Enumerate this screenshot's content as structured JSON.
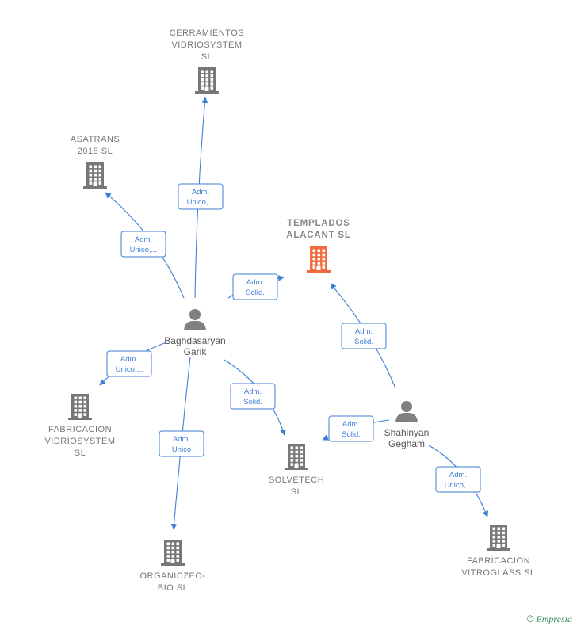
{
  "colors": {
    "edge": "#3d7fd6",
    "company": "#777777",
    "company_highlight": "#f26a3d",
    "person": "#808080"
  },
  "nodes": [
    {
      "id": "cerramientos",
      "kind": "company",
      "icon": "building-icon",
      "label_lines": [
        "CERRAMIENTOS",
        "VIDRIOSYSTEM",
        "SL"
      ]
    },
    {
      "id": "asatrans",
      "kind": "company",
      "icon": "building-icon",
      "label_lines": [
        "ASATRANS",
        "2018  SL"
      ]
    },
    {
      "id": "templados",
      "kind": "company",
      "icon": "building-icon",
      "highlight": true,
      "label_lines": [
        "TEMPLADOS",
        "ALACANT  SL"
      ]
    },
    {
      "id": "baghdasaryan",
      "kind": "person",
      "icon": "person-icon",
      "label_lines": [
        "Baghdasaryan",
        "Garik"
      ]
    },
    {
      "id": "fabricacion_vidriosystem",
      "kind": "company",
      "icon": "building-icon",
      "label_lines": [
        "FABRICACION",
        "VIDRIOSYSTEM",
        "SL"
      ]
    },
    {
      "id": "shahinyan",
      "kind": "person",
      "icon": "person-icon",
      "label_lines": [
        "Shahinyan",
        "Gegham"
      ]
    },
    {
      "id": "solvetech",
      "kind": "company",
      "icon": "building-icon",
      "label_lines": [
        "SOLVETECH",
        "SL"
      ]
    },
    {
      "id": "organiczeo",
      "kind": "company",
      "icon": "building-icon",
      "label_lines": [
        "ORGANICZEO-",
        "BIO  SL"
      ]
    },
    {
      "id": "fabricacion_vitroglass",
      "kind": "company",
      "icon": "building-icon",
      "label_lines": [
        "FABRICACION",
        "VITROGLASS SL"
      ]
    }
  ],
  "edges": [
    {
      "id": "e1",
      "from": "baghdasaryan",
      "to": "cerramientos",
      "label_lines": [
        "Adm.",
        "Unico,..."
      ]
    },
    {
      "id": "e2",
      "from": "baghdasaryan",
      "to": "asatrans",
      "label_lines": [
        "Adm.",
        "Unico,..."
      ]
    },
    {
      "id": "e3",
      "from": "baghdasaryan",
      "to": "templados",
      "label_lines": [
        "Adm.",
        "Solid."
      ]
    },
    {
      "id": "e4",
      "from": "baghdasaryan",
      "to": "fabricacion_vidriosystem",
      "label_lines": [
        "Adm.",
        "Unico,..."
      ]
    },
    {
      "id": "e5",
      "from": "baghdasaryan",
      "to": "solvetech",
      "label_lines": [
        "Adm.",
        "Solid."
      ]
    },
    {
      "id": "e6",
      "from": "baghdasaryan",
      "to": "organiczeo",
      "label_lines": [
        "Adm.",
        "Unico"
      ]
    },
    {
      "id": "e7",
      "from": "shahinyan",
      "to": "templados",
      "label_lines": [
        "Adm.",
        "Solid."
      ]
    },
    {
      "id": "e8",
      "from": "shahinyan",
      "to": "solvetech",
      "label_lines": [
        "Adm.",
        "Solid."
      ]
    },
    {
      "id": "e9",
      "from": "shahinyan",
      "to": "fabricacion_vitroglass",
      "label_lines": [
        "Adm.",
        "Unico,..."
      ]
    }
  ],
  "footer": {
    "copyright_symbol": "©",
    "brand": "Empresia"
  }
}
